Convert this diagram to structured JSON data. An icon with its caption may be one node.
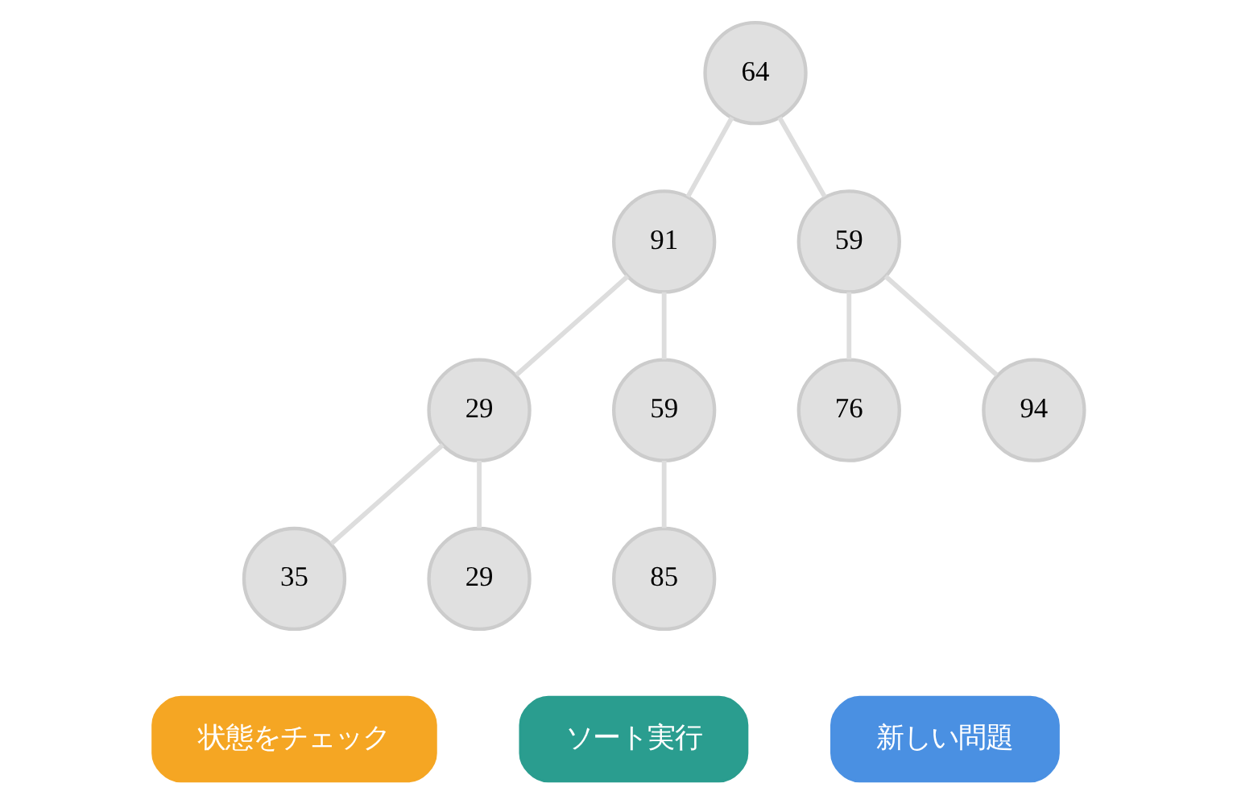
{
  "diagram": {
    "nodes": [
      {
        "text": [
          "64"
        ]
      },
      {
        "text": [
          "91"
        ]
      },
      {
        "text": [
          "59"
        ]
      },
      {
        "text": [
          "29"
        ]
      },
      {
        "text": [
          "59"
        ]
      },
      {
        "text": [
          "76"
        ]
      },
      {
        "text": [
          "94"
        ]
      },
      {
        "text": [
          "35"
        ]
      },
      {
        "text": [
          "29"
        ]
      },
      {
        "text": [
          "85"
        ]
      },
      {
        "text": [
          "状態をチェック"
        ]
      },
      {
        "text": [
          "ソート実行"
        ]
      },
      {
        "text": [
          "新しい問題"
        ]
      }
    ],
    "edges": [
      {
        "from": 0,
        "to": 1,
        "arrow": "none"
      },
      {
        "from": 0,
        "to": 2,
        "arrow": "none"
      },
      {
        "from": 1,
        "to": 3,
        "arrow": "none"
      },
      {
        "from": 1,
        "to": 4,
        "arrow": "none"
      },
      {
        "from": 2,
        "to": 5,
        "arrow": "none"
      },
      {
        "from": 2,
        "to": 6,
        "arrow": "none"
      },
      {
        "from": 3,
        "to": 7,
        "arrow": "none"
      },
      {
        "from": 3,
        "to": 8,
        "arrow": "none"
      },
      {
        "from": 4,
        "to": 9,
        "arrow": "none"
      }
    ]
  }
}
